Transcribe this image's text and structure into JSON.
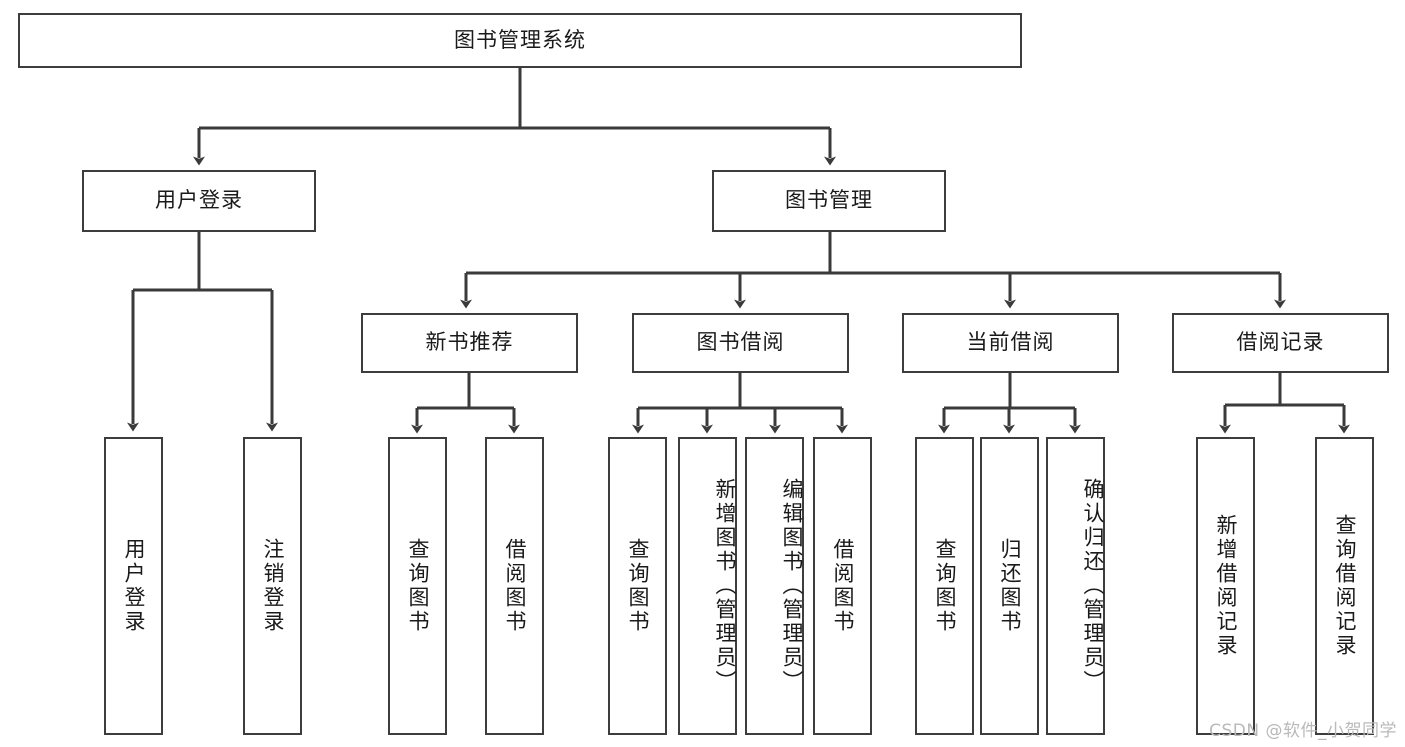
{
  "diagram": {
    "title": "图书管理系统",
    "type": "hierarchy-tree",
    "colors": {
      "background": "#ffffff",
      "box_fill": "#ffffff",
      "box_border": "#3d3d3d",
      "connector": "#3a3a3a",
      "text": "#1a1a1a",
      "watermark": "#b9b9b9"
    },
    "root": {
      "label": "图书管理系统"
    },
    "level2": [
      {
        "label": "用户登录"
      },
      {
        "label": "图书管理"
      }
    ],
    "level3": [
      {
        "label": "新书推荐"
      },
      {
        "label": "图书借阅"
      },
      {
        "label": "当前借阅"
      },
      {
        "label": "借阅记录"
      }
    ],
    "leaves": {
      "user_login": [
        {
          "label": "用户登录"
        },
        {
          "label": "注销登录"
        }
      ],
      "new_book": [
        {
          "label": "查询图书"
        },
        {
          "label": "借阅图书"
        }
      ],
      "book_borrow": [
        {
          "label": "查询图书"
        },
        {
          "label": "新增图书（管理员）"
        },
        {
          "label": "编辑图书（管理员）"
        },
        {
          "label": "借阅图书"
        }
      ],
      "current_borrow": [
        {
          "label": "查询图书"
        },
        {
          "label": "归还图书"
        },
        {
          "label": "确认归还（管理员）"
        }
      ],
      "borrow_record": [
        {
          "label": "新增借阅记录"
        },
        {
          "label": "查询借阅记录"
        }
      ]
    }
  },
  "watermark": {
    "text": "CSDN @软件_小贺同学"
  }
}
